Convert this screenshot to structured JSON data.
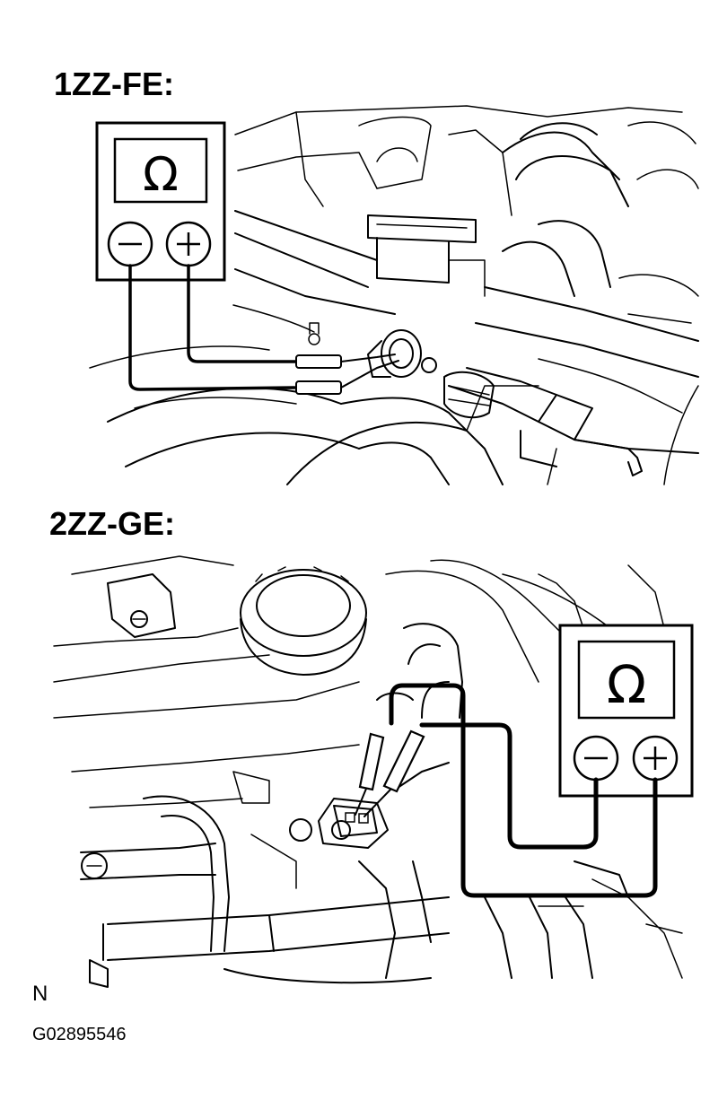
{
  "figure": {
    "top_label": "1ZZ-FE:",
    "bottom_label": "2ZZ-GE:",
    "orientation_mark": "N",
    "figure_code": "G02895546"
  },
  "meter_top": {
    "symbol": "Ω",
    "minus": "−",
    "plus": "+"
  },
  "meter_bottom": {
    "symbol": "Ω",
    "minus": "−",
    "plus": "+"
  }
}
